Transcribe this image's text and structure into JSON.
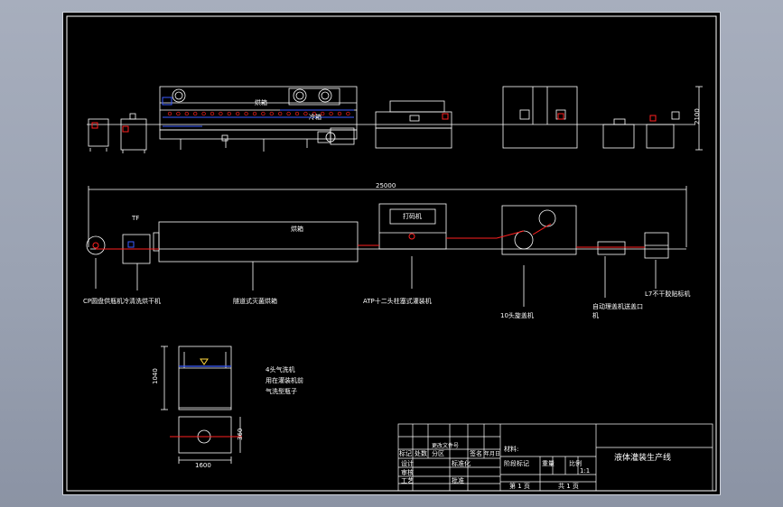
{
  "colors": {
    "line": "#ffffff",
    "accent_blue": "#3a5bff",
    "accent_red": "#ff2020",
    "grid_cyan": "#7fd7ff"
  },
  "top_view": {
    "tunnel_label": "烘箱",
    "inner_label": "冷箱",
    "height_dim": "2100"
  },
  "plan_view": {
    "length_dim": "25000",
    "box_right_label": "TF",
    "tunnel_label": "烘箱",
    "module_label": "打码机"
  },
  "callouts": [
    {
      "text": "CP圆盘供瓶机"
    },
    {
      "text": "冷清洗烘干机"
    },
    {
      "text": "隧道式灭菌烘箱"
    },
    {
      "text": "ATP十二头柱塞式灌装机"
    },
    {
      "text": "10头旋盖机"
    },
    {
      "text": "自动理盖机送盖口"
    },
    {
      "text": "L7不干胶贴标机"
    }
  ],
  "callout_extra": "机",
  "detail": {
    "notes": [
      "4头气洗机",
      "用在灌装机前",
      "气洗型瓶子"
    ],
    "width_dim": "1600",
    "height_dim": "1040",
    "side_dim": "360"
  },
  "title_block": {
    "project_title": "液体灌装生产线",
    "stage_label": "阶段标记",
    "weight_label": "重量",
    "scale_label": "比例",
    "scale_value": "1:1",
    "sheet_label": "第 1 页",
    "total_label": "共 1 页",
    "rev_label": "标记",
    "count_label": "处数",
    "zone_label": "分区",
    "change_label": "更改文件号",
    "sign_label": "签名",
    "date_label": "年月日",
    "design_label": "设计",
    "std_label": "标准化",
    "check_label": "审核",
    "craft_label": "工艺",
    "approve_label": "批准",
    "mat_label": "材料:"
  }
}
